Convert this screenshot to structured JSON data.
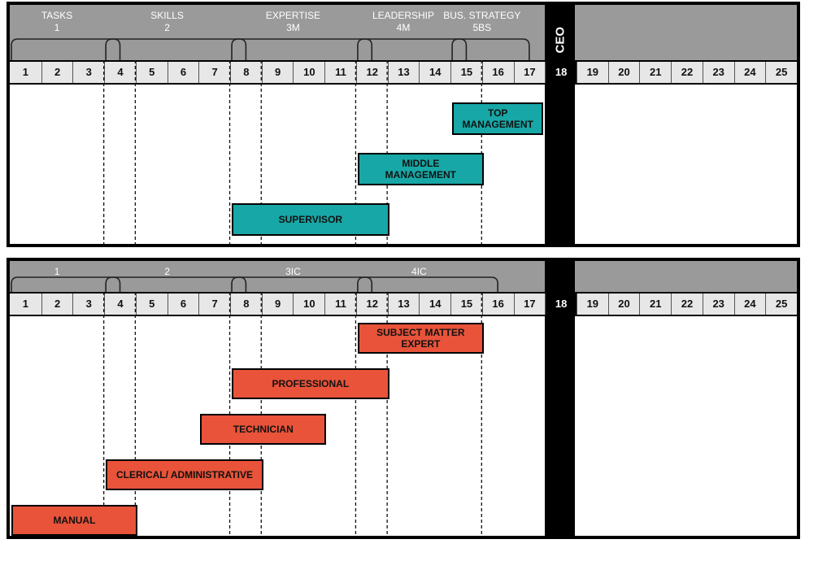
{
  "columns": [
    "1",
    "2",
    "3",
    "4",
    "5",
    "6",
    "7",
    "8",
    "9",
    "10",
    "11",
    "12",
    "13",
    "14",
    "15",
    "16",
    "17",
    "18",
    "19",
    "20",
    "21",
    "22",
    "23",
    "24",
    "25"
  ],
  "ceo_label": "CEO",
  "top": {
    "groups": [
      {
        "title": "TASKS",
        "code": "1",
        "start": 1,
        "end": 4
      },
      {
        "title": "SKILLS",
        "code": "2",
        "start": 4,
        "end": 8
      },
      {
        "title": "EXPERTISE",
        "code": "3M",
        "start": 8,
        "end": 12
      },
      {
        "title": "LEADERSHIP",
        "code": "4M",
        "start": 12,
        "end": 15
      },
      {
        "title": "BUS. STRATEGY",
        "code": "5BS",
        "start": 15,
        "end": 17
      }
    ],
    "dashed_columns": [
      4,
      5,
      8,
      9,
      12,
      13,
      16
    ],
    "bars": [
      {
        "label": "TOP MANAGEMENT",
        "lines": [
          "TOP",
          "MANAGEMENT"
        ],
        "start": 15,
        "end": 17.9,
        "row": 0
      },
      {
        "label": "MIDDLE MANAGEMENT",
        "lines": [
          "MIDDLE",
          "MANAGEMENT"
        ],
        "start": 12,
        "end": 16,
        "row": 1
      },
      {
        "label": "SUPERVISOR",
        "lines": [
          "SUPERVISOR"
        ],
        "start": 8,
        "end": 13,
        "row": 2
      }
    ]
  },
  "bottom": {
    "groups": [
      {
        "title": "",
        "code": "1",
        "start": 1,
        "end": 4
      },
      {
        "title": "",
        "code": "2",
        "start": 4,
        "end": 8
      },
      {
        "title": "",
        "code": "3IC",
        "start": 8,
        "end": 12
      },
      {
        "title": "",
        "code": "4IC",
        "start": 12,
        "end": 16
      }
    ],
    "dashed_columns": [
      4,
      5,
      8,
      9,
      12,
      13,
      16
    ],
    "bars": [
      {
        "label": "SUBJECT MATTER EXPERT",
        "lines": [
          "SUBJECT MATTER",
          "EXPERT"
        ],
        "start": 12,
        "end": 16,
        "row": 0
      },
      {
        "label": "PROFESSIONAL",
        "lines": [
          "PROFESSIONAL"
        ],
        "start": 8,
        "end": 13,
        "row": 1
      },
      {
        "label": "TECHNICIAN",
        "lines": [
          "TECHNICIAN"
        ],
        "start": 7,
        "end": 11,
        "row": 2
      },
      {
        "label": "CLERICAL/ ADMINISTRATIVE",
        "lines": [
          "CLERICAL/ ADMINISTRATIVE"
        ],
        "start": 4,
        "end": 9,
        "row": 3
      },
      {
        "label": "MANUAL",
        "lines": [
          "MANUAL"
        ],
        "start": 1,
        "end": 5,
        "row": 4
      }
    ]
  },
  "colors": {
    "teal": "#17a7a6",
    "red": "#e8533a",
    "header_gray": "#9a9a9a",
    "number_row": "#e7e7e7"
  }
}
